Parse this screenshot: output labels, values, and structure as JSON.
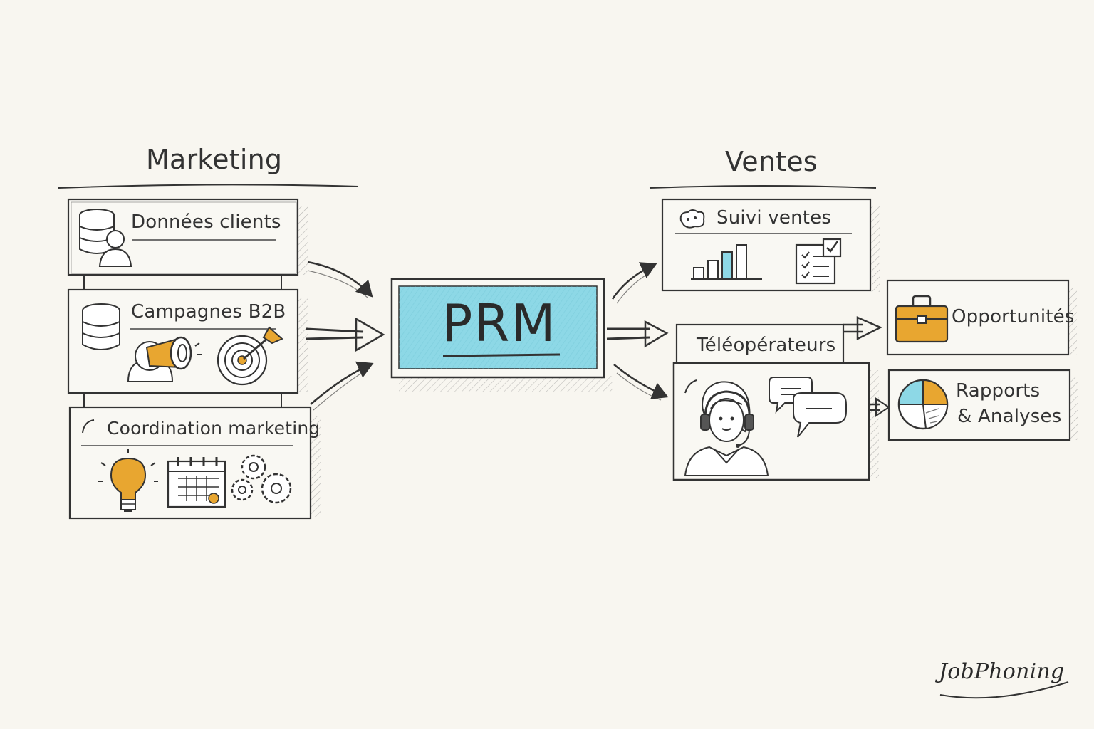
{
  "sections": {
    "marketing": {
      "title": "Marketing"
    },
    "ventes": {
      "title": "Ventes"
    }
  },
  "center": {
    "label": "PRM",
    "fill": "#8dd8e6"
  },
  "marketing_boxes": [
    {
      "title": "Données clients",
      "icons": [
        "database-icon",
        "user-icon"
      ]
    },
    {
      "title": "Campagnes B2B",
      "icons": [
        "database-icon",
        "megaphone-icon",
        "target-icon"
      ]
    },
    {
      "title": "Coordination marketing",
      "icons": [
        "lightbulb-icon",
        "calendar-icon",
        "gears-icon"
      ]
    }
  ],
  "sales_boxes": [
    {
      "title": "Suivi ventes",
      "icons": [
        "bar-chart-icon",
        "checklist-icon"
      ]
    },
    {
      "title": "Téléopérateurs",
      "icons": [
        "operator-headset-icon",
        "speech-bubbles-icon"
      ]
    },
    {
      "title": "Opportunités",
      "icons": [
        "briefcase-icon"
      ]
    },
    {
      "title_line1": "Rapports",
      "title_line2": "& Analyses",
      "icons": [
        "pie-chart-icon"
      ]
    }
  ],
  "colors": {
    "accent_blue": "#8dd8e6",
    "accent_orange": "#e8a630",
    "ink": "#333333",
    "paper": "#f8f6f0"
  },
  "branding": {
    "logo_text": "JobPhoning"
  }
}
